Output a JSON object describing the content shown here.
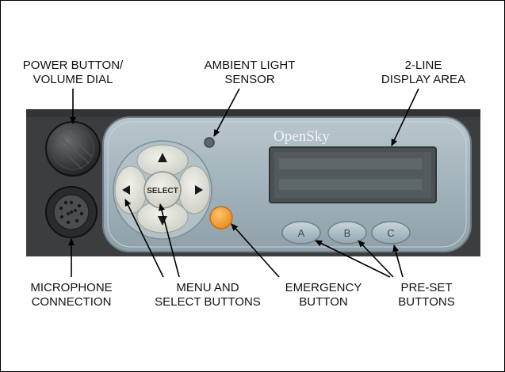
{
  "device": {
    "brand_logo_text": "OpenSky",
    "select_key_label": "SELECT",
    "preset_keys": [
      "A",
      "B",
      "C"
    ],
    "arrow_keys": [
      "up",
      "down",
      "left",
      "right"
    ]
  },
  "callouts": {
    "power_volume": [
      "POWER BUTTON/",
      "VOLUME DIAL"
    ],
    "ambient_light": [
      "AMBIENT LIGHT",
      "SENSOR"
    ],
    "display_area": [
      "2-LINE",
      "DISPLAY AREA"
    ],
    "microphone": [
      "MICROPHONE",
      "CONNECTION"
    ],
    "menu_select": [
      "MENU AND",
      "SELECT BUTTONS"
    ],
    "emergency": [
      "EMERGENCY",
      "BUTTON"
    ],
    "preset": [
      "PRE-SET",
      "BUTTONS"
    ]
  },
  "colors": {
    "panel_dark": "#3b3d3f",
    "faceplate": "#9fb0b8",
    "display": "#4a5153",
    "emergency": "#f4a23a",
    "arrow_color": "#1a1a1a"
  },
  "icons": {
    "up": "up-arrow-icon",
    "down": "down-arrow-icon",
    "left": "left-arrow-icon",
    "right": "right-arrow-icon"
  }
}
